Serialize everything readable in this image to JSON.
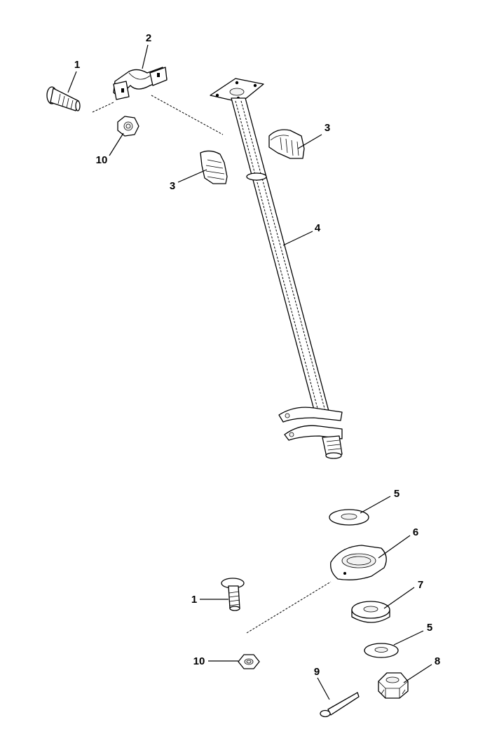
{
  "callouts": [
    {
      "label": "1"
    },
    {
      "label": "2"
    },
    {
      "label": "10"
    },
    {
      "label": "3"
    },
    {
      "label": "3"
    },
    {
      "label": "4"
    },
    {
      "label": "5"
    },
    {
      "label": "6"
    },
    {
      "label": "7"
    },
    {
      "label": "1"
    },
    {
      "label": "5"
    },
    {
      "label": "8"
    },
    {
      "label": "10"
    },
    {
      "label": "9"
    }
  ]
}
